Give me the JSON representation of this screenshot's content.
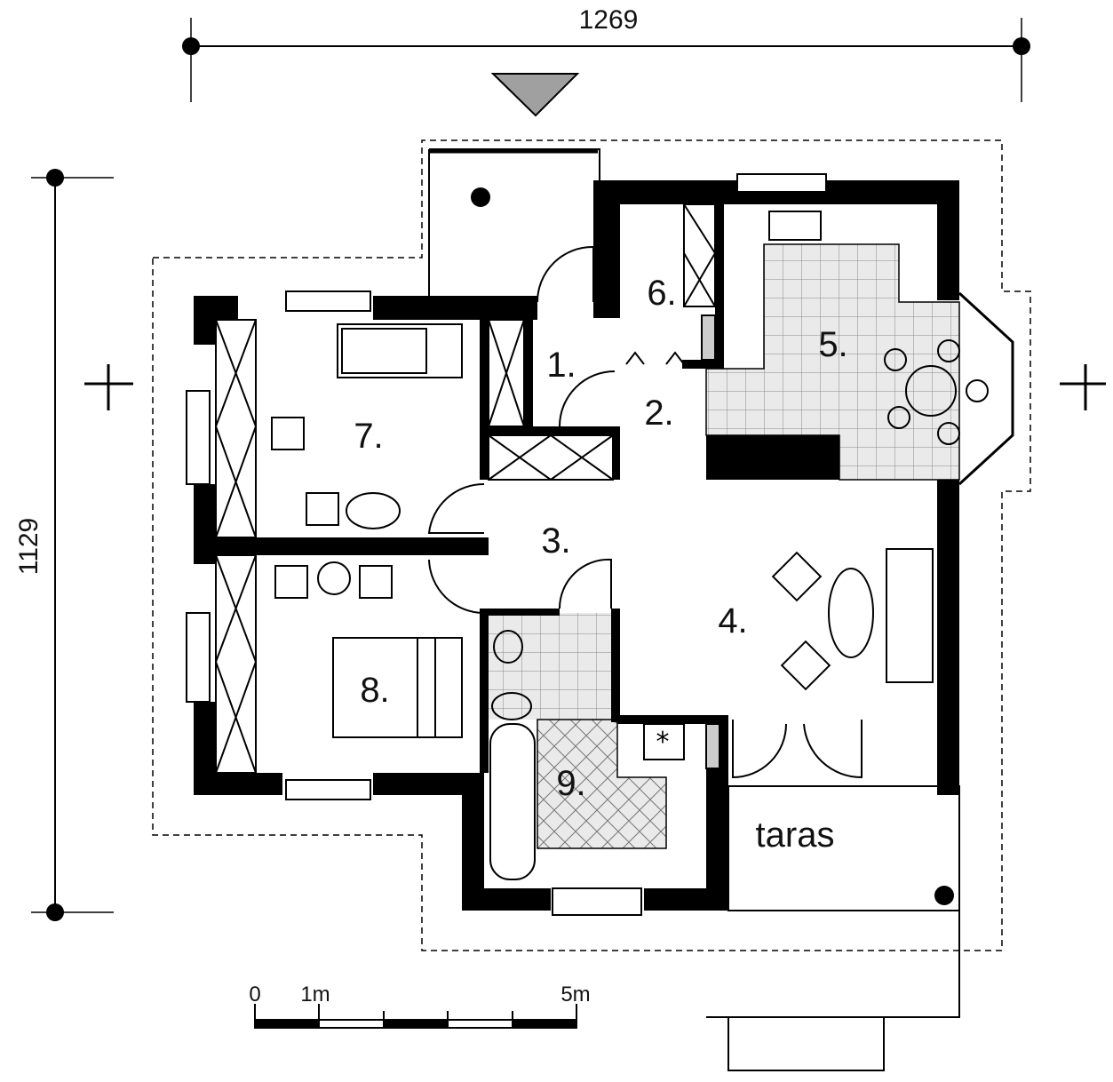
{
  "dimensions": {
    "width_label": "1269",
    "height_label": "1129"
  },
  "rooms": [
    {
      "label": "1."
    },
    {
      "label": "2."
    },
    {
      "label": "3."
    },
    {
      "label": "4."
    },
    {
      "label": "5."
    },
    {
      "label": "6."
    },
    {
      "label": "7."
    },
    {
      "label": "8."
    },
    {
      "label": "9."
    }
  ],
  "terrace": {
    "label": "taras"
  },
  "scale": {
    "zero": "0",
    "one": "1m",
    "five": "5m"
  },
  "colors": {
    "wall": "#000000",
    "tile": "#e6e6e6",
    "entrance_marker": "#a0a0a0"
  }
}
